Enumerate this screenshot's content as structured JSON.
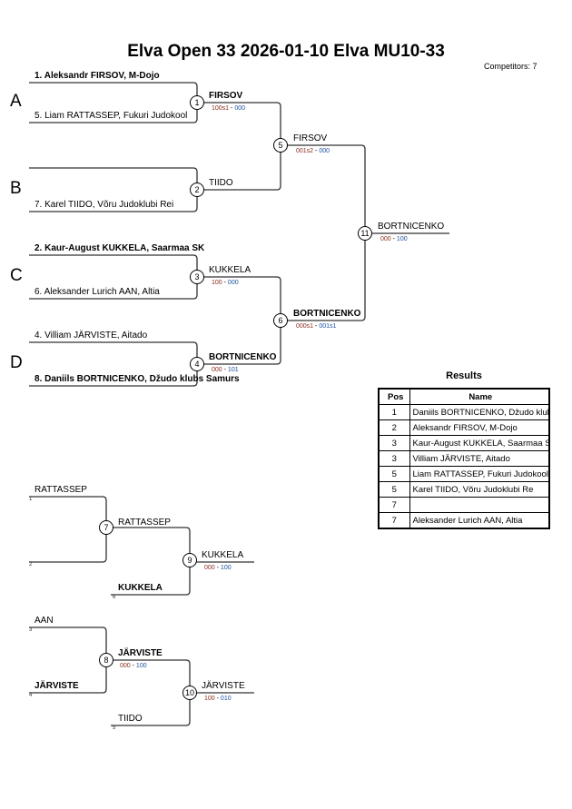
{
  "header": {
    "title": "Elva Open 33  2026-01-10  Elva   MU10-33",
    "competitors": "Competitors: 7"
  },
  "pools": [
    "A",
    "B",
    "C",
    "D"
  ],
  "entries": [
    "1. Aleksandr FIRSOV, M-Dojo",
    "5. Liam RATTASSEP, Fukuri Judokool",
    "",
    "7. Karel TIIDO, Võru Judoklubi Rei",
    "2. Kaur-August KUKKELA, Saarmaa SK",
    "6. Aleksander Lurich AAN, Altia",
    "4. Villiam  JÄRVISTE, Aitado",
    "8. Daniils BORTNICENKO, Džudo klubs Samurs"
  ],
  "matches": {
    "m1": {
      "no": "1",
      "winner": "FIRSOV",
      "score_a": "100s1",
      "score_b": "000"
    },
    "m2": {
      "no": "2",
      "winner": "TIIDO"
    },
    "m3": {
      "no": "3",
      "winner": "KUKKELA",
      "score_a": "100",
      "score_b": "000"
    },
    "m4": {
      "no": "4",
      "winner": "BORTNICENKO",
      "score_a": "000",
      "score_b": "101"
    },
    "m5": {
      "no": "5",
      "winner": "FIRSOV",
      "score_a": "001s2",
      "score_b": "000"
    },
    "m6": {
      "no": "6",
      "winner": "BORTNICENKO",
      "score_a": "000s1",
      "score_b": "001s1"
    },
    "m11": {
      "no": "11",
      "winner": "BORTNICENKO",
      "score_a": "000",
      "score_b": "100"
    },
    "m7": {
      "no": "7",
      "top": "RATTASSEP",
      "top_seed": "1",
      "bottom_seed": "2",
      "winner": "RATTASSEP"
    },
    "m9": {
      "no": "9",
      "bottom": "KUKKELA",
      "bottom_seed": "6",
      "winner": "KUKKELA",
      "score_a": "000",
      "score_b": "100"
    },
    "m8": {
      "no": "8",
      "top": "AAN",
      "top_seed": "3",
      "bottom": "JÄRVISTE",
      "bottom_seed": "4",
      "winner": "JÄRVISTE",
      "score_a": "000",
      "score_b": "100"
    },
    "m10": {
      "no": "10",
      "bottom": "TIIDO",
      "bottom_seed": "5",
      "winner": "JÄRVISTE",
      "score_a": "100",
      "score_b": "010"
    }
  },
  "results": {
    "title": "Results",
    "headers": [
      "Pos",
      "Name"
    ],
    "rows": [
      {
        "pos": "1",
        "name": "Daniils BORTNICENKO, Džudo klubs"
      },
      {
        "pos": "2",
        "name": "Aleksandr FIRSOV, M-Dojo"
      },
      {
        "pos": "3",
        "name": "Kaur-August KUKKELA, Saarmaa SK"
      },
      {
        "pos": "3",
        "name": "Villiam  JÄRVISTE, Aitado"
      },
      {
        "pos": "5",
        "name": "Liam RATTASSEP, Fukuri Judokool"
      },
      {
        "pos": "5",
        "name": "Karel TIIDO, Võru Judoklubi Re"
      },
      {
        "pos": "7",
        "name": ""
      },
      {
        "pos": "7",
        "name": "Aleksander Lurich AAN, Altia"
      }
    ]
  }
}
